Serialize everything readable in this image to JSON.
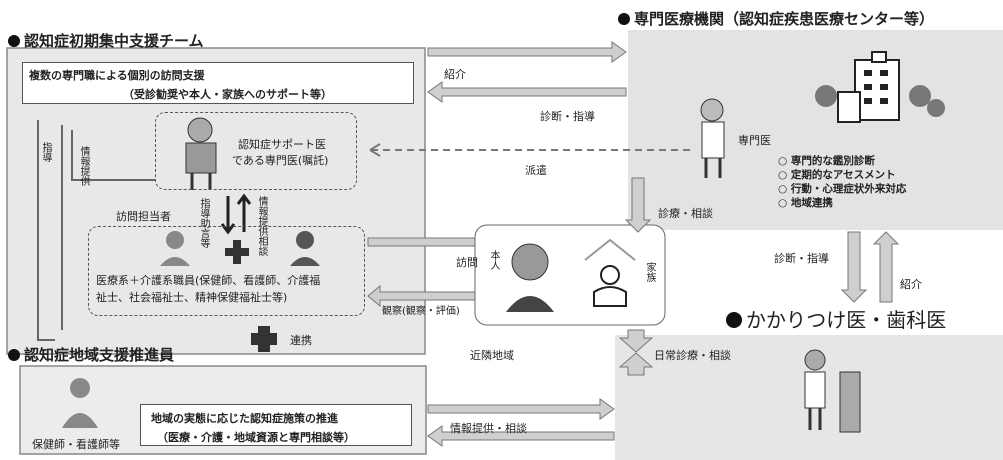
{
  "team": {
    "title": "認知症初期集中支援チーム",
    "box_line1": "複数の専門職による個別の訪問支援",
    "box_line2": "（受診勧奨や本人・家族へのサポート等）",
    "doctor_line1": "認知症サポート医",
    "doctor_line2": "である専門医(嘱託)",
    "staff_line1": "医療系＋介護系職員(保健師、看護師、介護福",
    "staff_line2": "祉士、社会福祉士、精神保健福祉士等)",
    "v_instruct": "指導",
    "v_info": "情報提供",
    "label_visitor": "訪問担当者",
    "v_instruct2": "指導助言等",
    "v_consult": "情報提供相談",
    "v_consult2": "相談"
  },
  "specialist": {
    "title": "専門医療機関（認知症疾患医療センター等）",
    "doctor_label": "専門医",
    "functions": [
      "専門的な鑑別診断",
      "定期的なアセスメント",
      "行動・心理症状外来対応",
      "地域連携"
    ]
  },
  "kakari": {
    "title": "かかりつけ医・歯科医"
  },
  "promoter": {
    "title": "認知症地域支援推進員",
    "person_label": "保健師・看護師等",
    "box_line1": "地域の実態に応じた認知症施策の推進",
    "box_line2": "（医療・介護・地域資源と専門相談等）"
  },
  "center": {
    "label_person": "本人",
    "label_family": "家族",
    "region": "近隣地域"
  },
  "arrows": {
    "referral": "紹介",
    "diagnosis_guidance": "診断・指導",
    "dispatch": "派遣",
    "consult_diag": "診療・相談",
    "diag_guidance2": "診断・指導",
    "referral2": "紹介",
    "visit": "訪問",
    "assessment": "観察(観察・評価)",
    "cooperation": "連携",
    "daily_diag": "日常診療・相談",
    "info_consult": "情報提供・相談"
  }
}
